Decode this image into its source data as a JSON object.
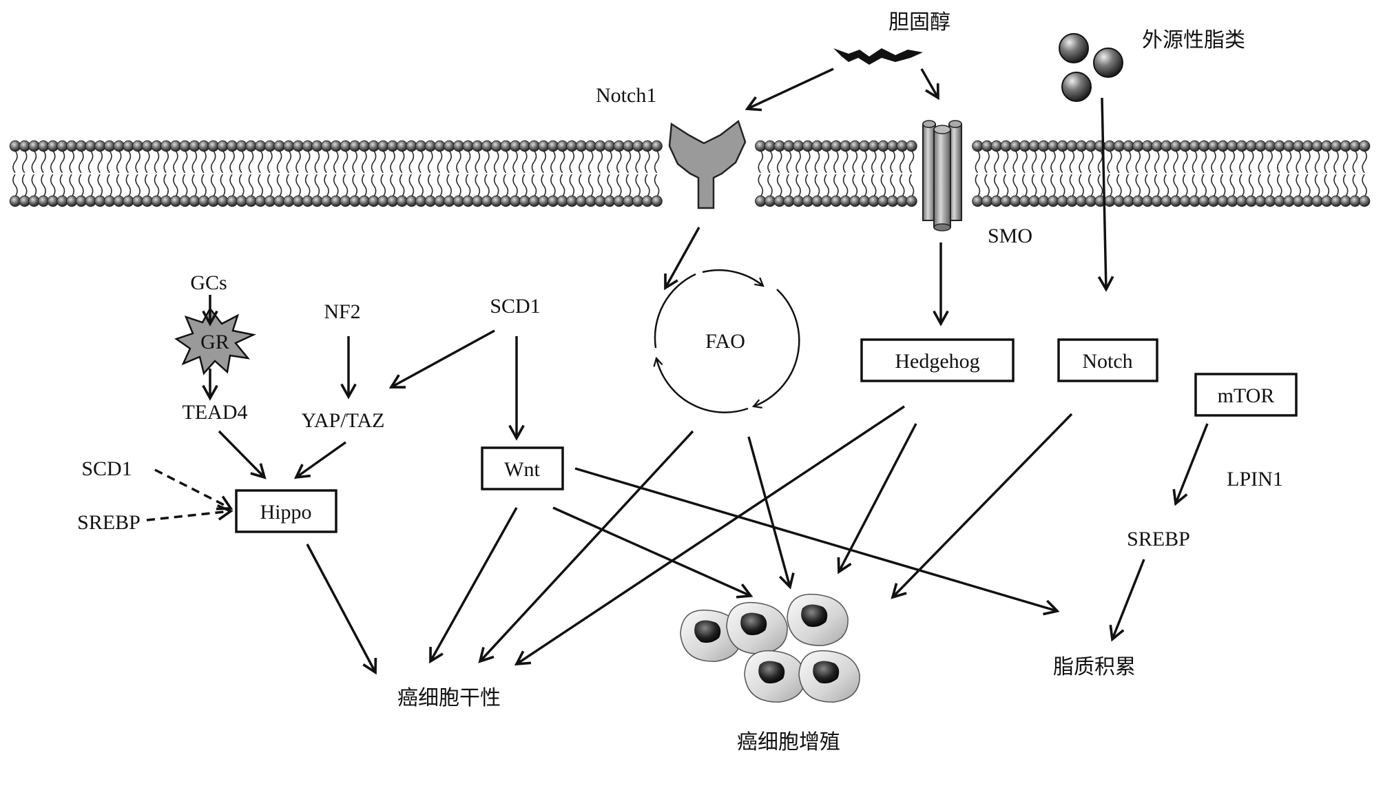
{
  "labels": {
    "cholesterol": "胆固醇",
    "exogenous_lipids": "外源性脂类",
    "notch1": "Notch1",
    "smo": "SMO",
    "gcs": "GCs",
    "gr": "GR",
    "nf2": "NF2",
    "scd1_top": "SCD1",
    "tead4": "TEAD4",
    "yap_taz": "YAP/TAZ",
    "scd1_left": "SCD1",
    "srebp_left": "SREBP",
    "fao": "FAO",
    "lpin1": "LPIN1",
    "srebp_right": "SREBP",
    "cancer_stemness": "癌细胞干性",
    "cancer_proliferation": "癌细胞增殖",
    "lipid_accumulation": "脂质积累"
  },
  "boxes": {
    "hippo": "Hippo",
    "wnt": "Wnt",
    "hedgehog": "Hedgehog",
    "notch": "Notch",
    "mtor": "mTOR"
  },
  "colors": {
    "line": "#111111",
    "receptor_gray": "#9a9a9a",
    "membrane_dark": "#2a2a2a",
    "lipid_sphere_dark": "#333333"
  }
}
